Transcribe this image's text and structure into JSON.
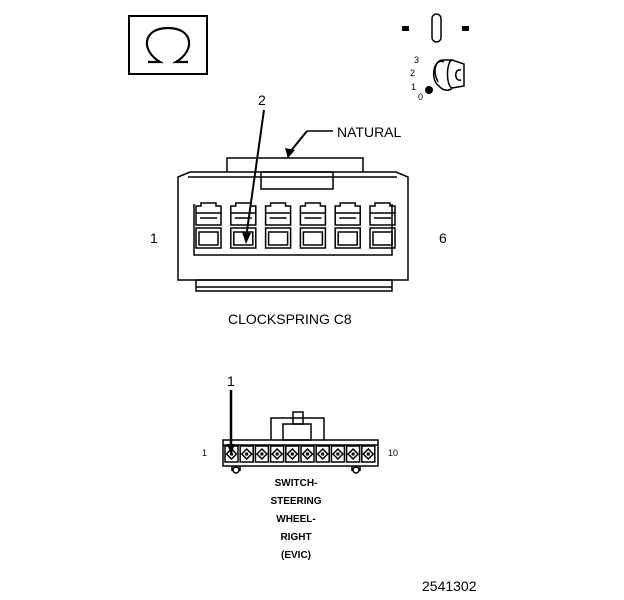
{
  "icons": {
    "ohmmeter": "ohm-icon",
    "ignition": "ignition-key-icon",
    "ignition_positions": [
      "3",
      "2",
      "1",
      "0"
    ]
  },
  "upper_connector": {
    "callout_number": "2",
    "callout_label": "NATURAL",
    "pin_first": "1",
    "pin_last": "6",
    "name": "CLOCKSPRING C8",
    "cavity_count": 6,
    "probed_cavity": 2
  },
  "lower_connector": {
    "callout_number": "1",
    "pin_first": "1",
    "pin_last": "10",
    "name_lines": [
      "SWITCH-",
      "STEERING",
      "WHEEL-",
      "RIGHT",
      "(EVIC)"
    ],
    "cavity_count": 10,
    "probed_cavity": 1
  },
  "figure_number": "2541302",
  "colors": {
    "ink": "#000000",
    "background": "#ffffff"
  }
}
